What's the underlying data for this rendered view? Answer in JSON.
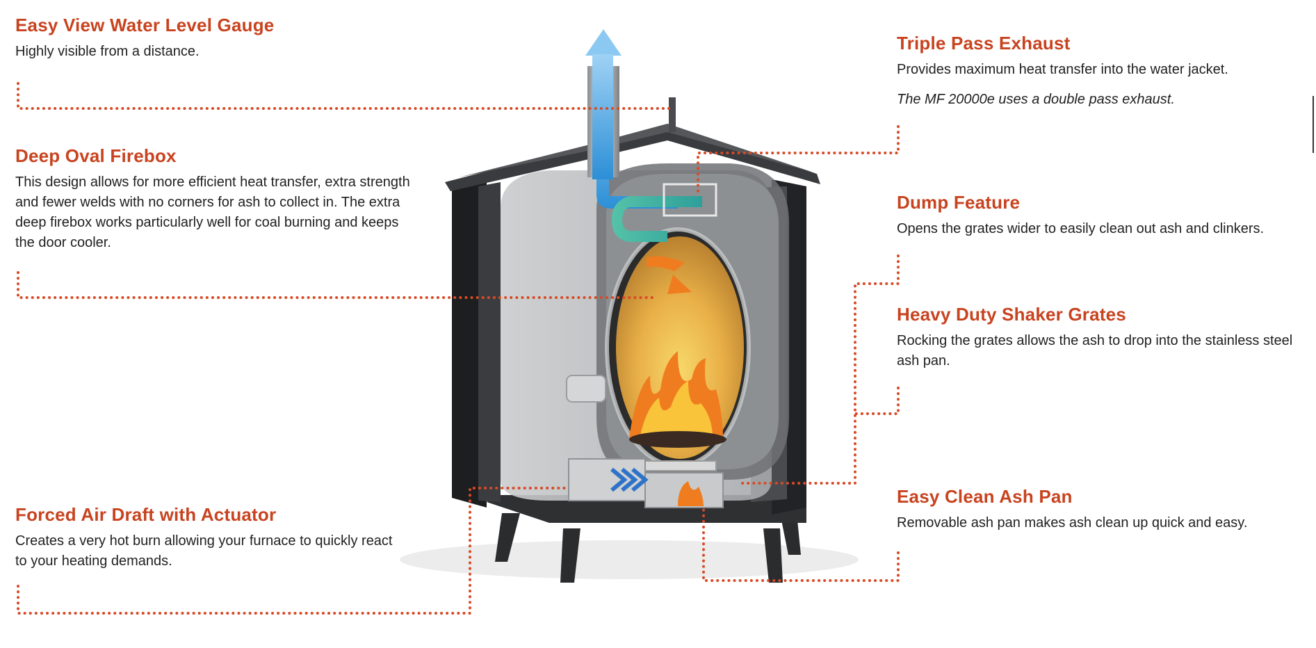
{
  "callouts": [
    {
      "key": "water_gauge",
      "title": "Easy View Water Level Gauge",
      "text": "Highly visible from a distance."
    },
    {
      "key": "firebox",
      "title": "Deep Oval Firebox",
      "text": "This design allows for more efficient heat transfer, extra strength and fewer welds with no corners for ash to collect in. The extra deep firebox works particularly well for coal burning and keeps the door cooler."
    },
    {
      "key": "forced_air",
      "title": "Forced Air Draft with Actuator",
      "text": "Creates a very hot burn allowing your furnace to quickly react to your heating demands."
    },
    {
      "key": "triple_pass",
      "title": "Triple Pass Exhaust",
      "text": "Provides maximum heat transfer into the water jacket.",
      "note": "The MF 20000e uses a double pass exhaust."
    },
    {
      "key": "dump",
      "title": "Dump Feature",
      "text": "Opens the grates wider to easily clean out ash and clinkers."
    },
    {
      "key": "shaker",
      "title": "Heavy Duty Shaker Grates",
      "text": "Rocking the grates allows the ash to drop into the stainless steel ash pan."
    },
    {
      "key": "ash_pan",
      "title": "Easy Clean Ash Pan",
      "text": "Removable ash pan makes ash clean up quick and easy."
    }
  ],
  "colors": {
    "accent": "#c8431f",
    "leader": "#d84a26",
    "text": "#1f1f1f"
  }
}
